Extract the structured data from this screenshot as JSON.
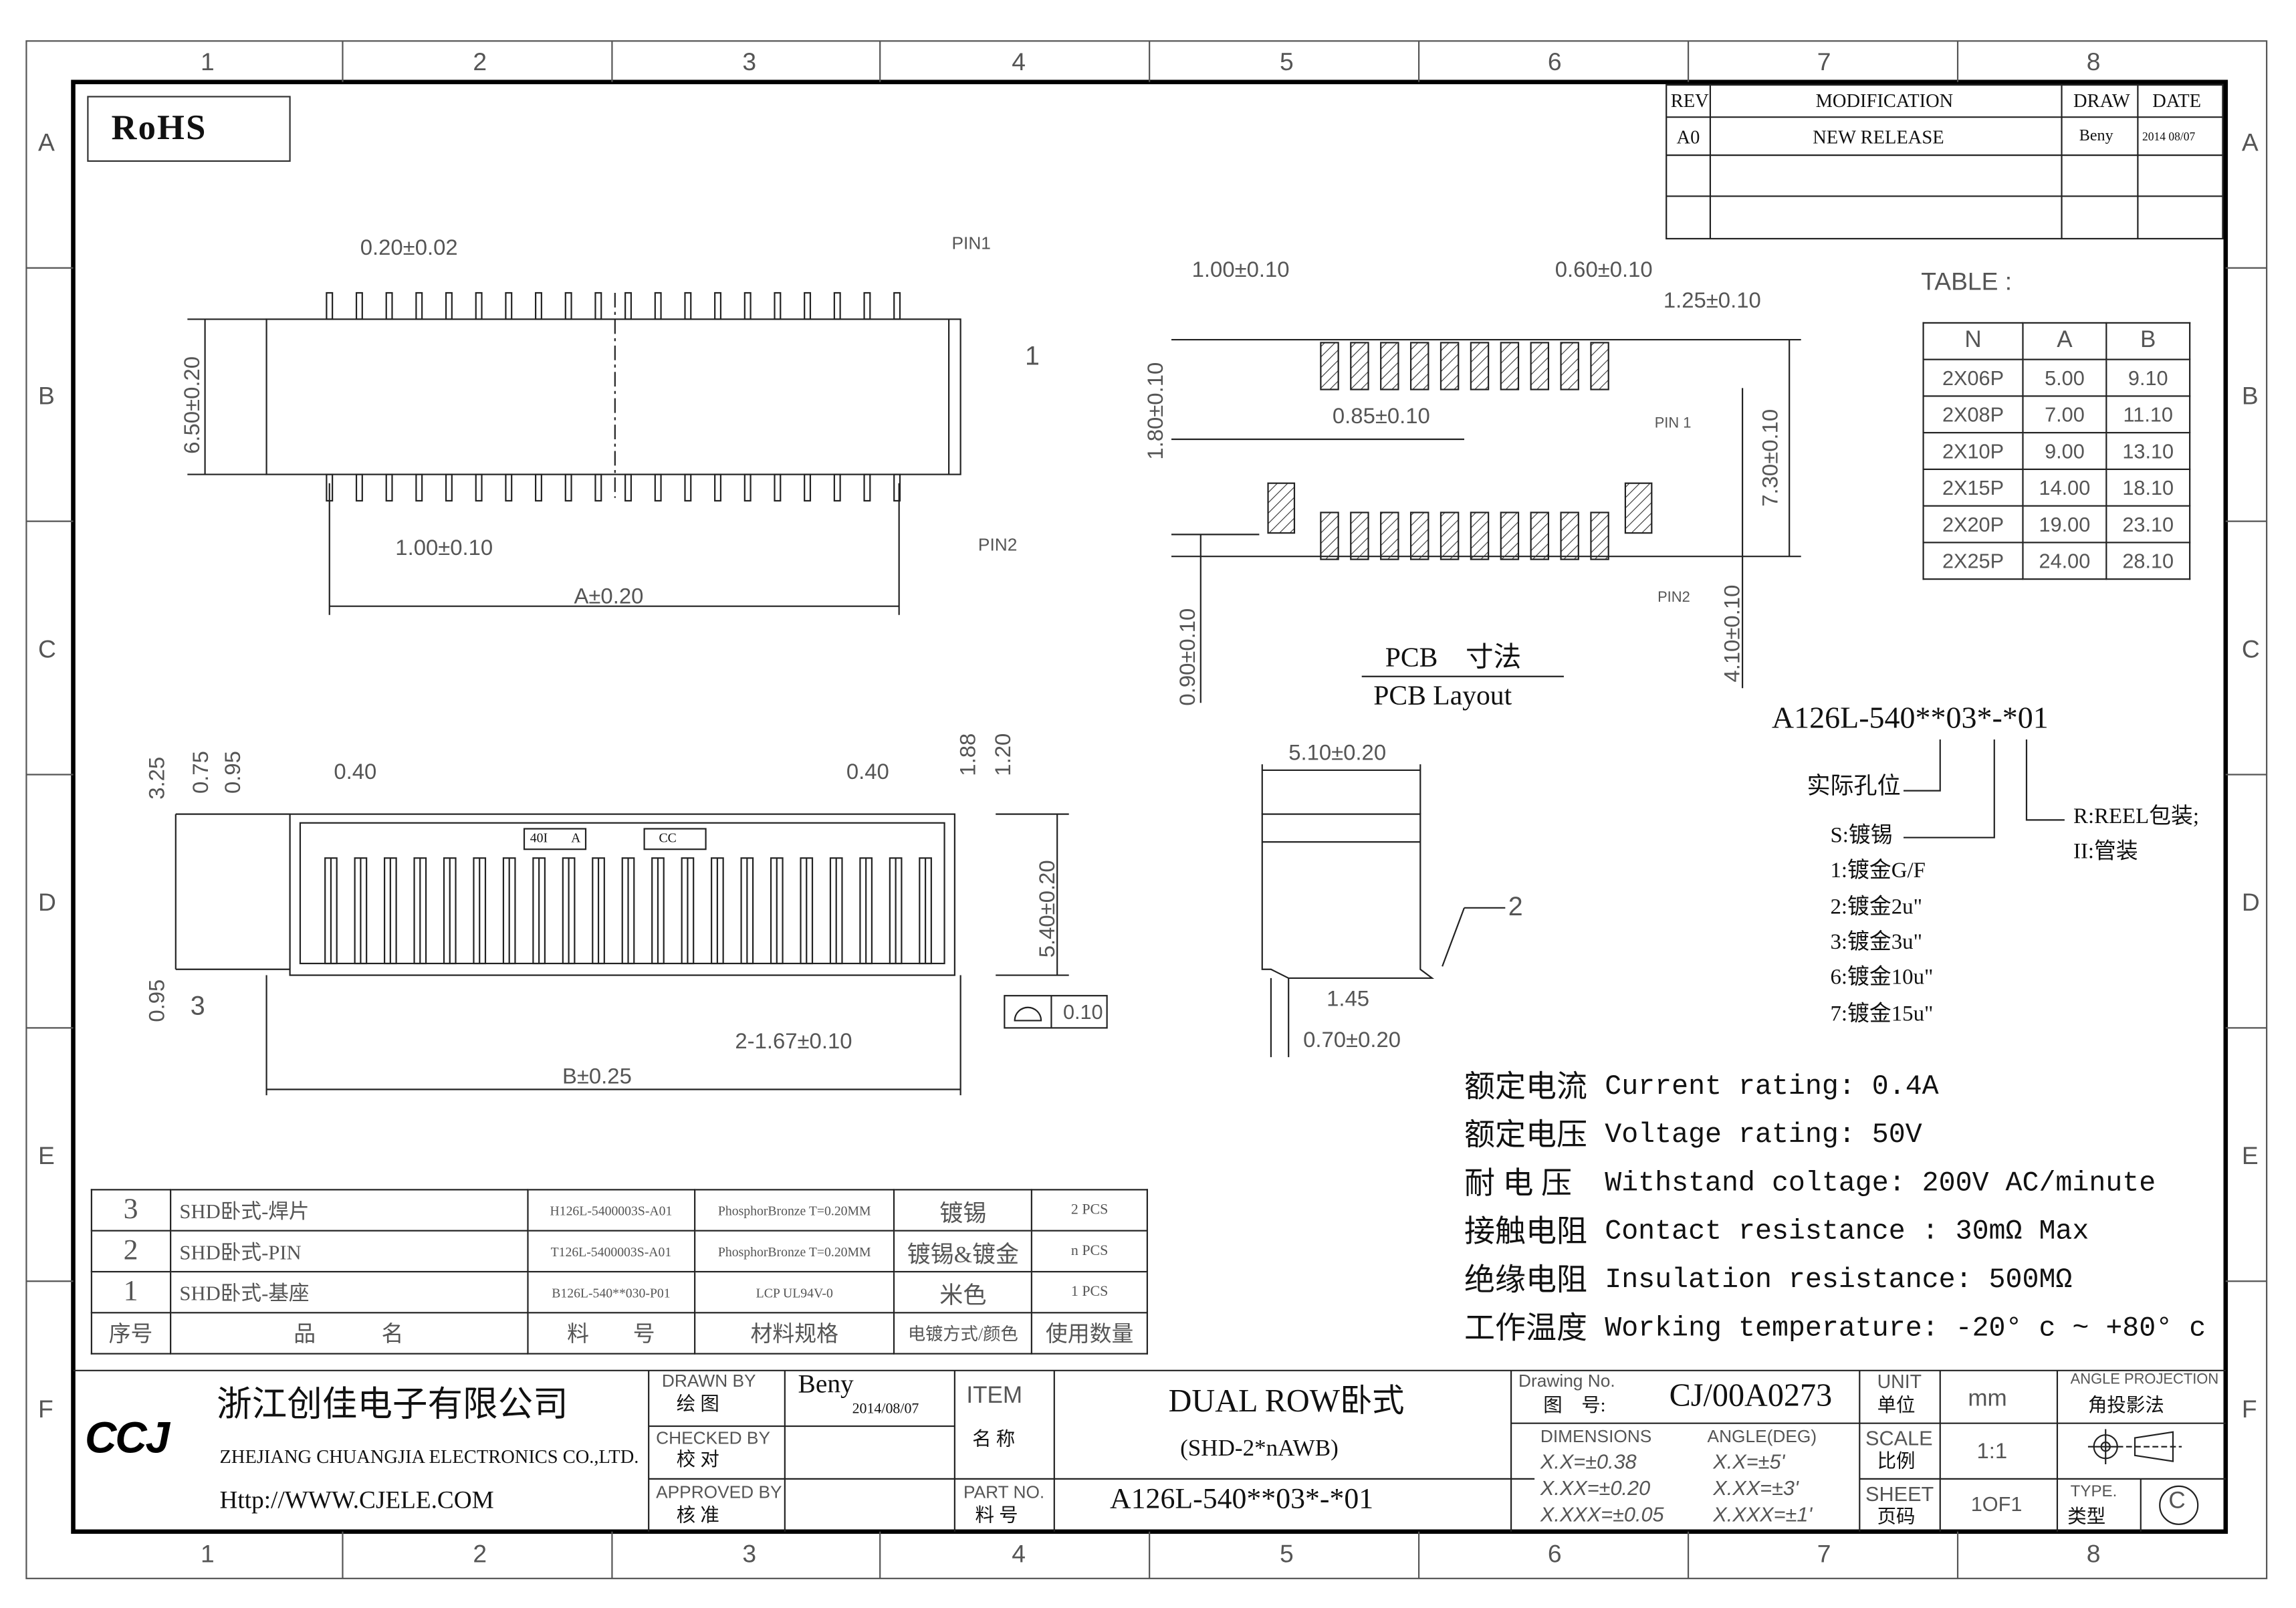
{
  "frame": {
    "columns": [
      "1",
      "2",
      "3",
      "4",
      "5",
      "6",
      "7",
      "8"
    ],
    "rows": [
      "A",
      "B",
      "C",
      "D",
      "E",
      "F"
    ]
  },
  "rohs": "RoHS",
  "revision": {
    "headers": [
      "REV",
      "MODIFICATION",
      "DRAW",
      "DATE"
    ],
    "rows": [
      [
        "A0",
        "NEW RELEASE",
        "Beny",
        "2014 08/07"
      ]
    ]
  },
  "top_view": {
    "pin_width": "0.20±0.02",
    "pin1": "PIN1",
    "height": "6.50±0.20",
    "item": "1",
    "pitch": "1.00±0.10",
    "pin2": "PIN2",
    "length": "A±0.20"
  },
  "pcb": {
    "pad_pitch": "1.00±0.10",
    "pad_width": "0.60±0.10",
    "edge": "1.25±0.10",
    "pad_len": "1.80±0.10",
    "offset": "0.85±0.10",
    "pin1": "PIN 1",
    "total": "7.30±0.10",
    "pin2": "PIN2",
    "gap": "0.90±0.10",
    "inner": "4.10±0.10",
    "title_cn": "PCB　寸法",
    "title_en": "PCB Layout"
  },
  "dim_table": {
    "title": "TABLE :",
    "headers": [
      "N",
      "A",
      "B"
    ],
    "rows": [
      [
        "2X06P",
        "5.00",
        "9.10"
      ],
      [
        "2X08P",
        "7.00",
        "11.10"
      ],
      [
        "2X10P",
        "9.00",
        "13.10"
      ],
      [
        "2X15P",
        "14.00",
        "18.10"
      ],
      [
        "2X20P",
        "19.00",
        "23.10"
      ],
      [
        "2X25P",
        "24.00",
        "28.10"
      ]
    ]
  },
  "part_code": {
    "code": "A126L-540**03*-*01",
    "holes": "实际孔位",
    "plating": [
      "S:镀锡",
      "1:镀金G/F",
      "2:镀金2u\"",
      "3:镀金3u\"",
      "6:镀金10u\"",
      "7:镀金15u\""
    ],
    "packing": [
      "R:REEL包装;",
      "II:管装"
    ]
  },
  "front_view": {
    "d325": "3.25",
    "d075": "0.75",
    "d095": "0.95",
    "d040a": "0.40",
    "d040b": "0.40",
    "d188": "1.88",
    "d120": "1.20",
    "d540": "5.40±0.20",
    "d095b": "0.95",
    "item3": "3",
    "label1": "40I",
    "label2": "A",
    "label3": "CC",
    "spacing": "2-1.67±0.10",
    "length": "B±0.25",
    "flatness": "0.10"
  },
  "side_view": {
    "width": "5.10±0.20",
    "item2": "2",
    "d145": "1.45",
    "d070": "0.70±0.20"
  },
  "specs": [
    {
      "cn": "额定电流",
      "en": "Current rating: 0.4A"
    },
    {
      "cn": "额定电压",
      "en": "Voltage rating: 50V"
    },
    {
      "cn": "耐 电 压",
      "en": "Withstand coltage: 200V AC/minute"
    },
    {
      "cn": "接触电阻",
      "en": "Contact resistance : 30mΩ Max"
    },
    {
      "cn": "绝缘电阻",
      "en": "Insulation resistance: 500MΩ"
    },
    {
      "cn": "工作温度",
      "en": "Working temperature: -20° c ~ +80° c"
    }
  ],
  "bom": {
    "rows": [
      [
        "3",
        "SHD卧式-焊片",
        "H126L-5400003S-A01",
        "PhosphorBronze T=0.20MM",
        "镀锡",
        "2 PCS"
      ],
      [
        "2",
        "SHD卧式-PIN",
        "T126L-5400003S-A01",
        "PhosphorBronze T=0.20MM",
        "镀锡&镀金",
        "n PCS"
      ],
      [
        "1",
        "SHD卧式-基座",
        "B126L-540**030-P01",
        "LCP UL94V-0",
        "米色",
        "1 PCS"
      ]
    ],
    "headers": [
      "序号",
      "品　　　名",
      "料　　号",
      "材料规格",
      "电镀方式/颜色",
      "使用数量"
    ]
  },
  "title_block": {
    "logo": "CCJ",
    "company_cn": "浙江创佳电子有限公司",
    "company_en": "ZHEJIANG CHUANGJIA ELECTRONICS CO.,LTD.",
    "website": "Http://WWW.CJELE.COM",
    "drawn_by_en": "DRAWN BY",
    "drawn_by_cn": "绘 图",
    "drawn_by": "Beny",
    "drawn_date": "2014/08/07",
    "checked_en": "CHECKED BY",
    "checked_cn": "校 对",
    "approved_en": "APPROVED BY",
    "approved_cn": "核 准",
    "item_en": "ITEM",
    "item_cn": "名 称",
    "item": "DUAL ROW卧式",
    "item_sub": "(SHD-2*nAWB)",
    "part_en": "PART NO.",
    "part_cn": "料 号",
    "part_no": "A126L-540**03*-*01",
    "dwg_en": "Drawing No.",
    "dwg_cn": "图　号:",
    "dwg_no": "CJ/00A0273",
    "dims_title": "DIMENSIONS",
    "angle_title": "ANGLE(DEG)",
    "tol": [
      "X.X=±0.38",
      "X.XX=±0.20",
      "X.XXX=±0.05"
    ],
    "ang": [
      "X.X=±5'",
      "X.XX=±3'",
      "X.XXX=±1'"
    ],
    "unit_en": "UNIT",
    "unit_cn": "单位",
    "unit": "mm",
    "scale_en": "SCALE",
    "scale_cn": "比例",
    "scale": "1:1",
    "sheet_en": "SHEET",
    "sheet_cn": "页码",
    "sheet": "1OF1",
    "proj_en": "ANGLE PROJECTION",
    "proj_cn": "角投影法",
    "type_en": "TYPE.",
    "type_cn": "类型",
    "type": "C"
  }
}
